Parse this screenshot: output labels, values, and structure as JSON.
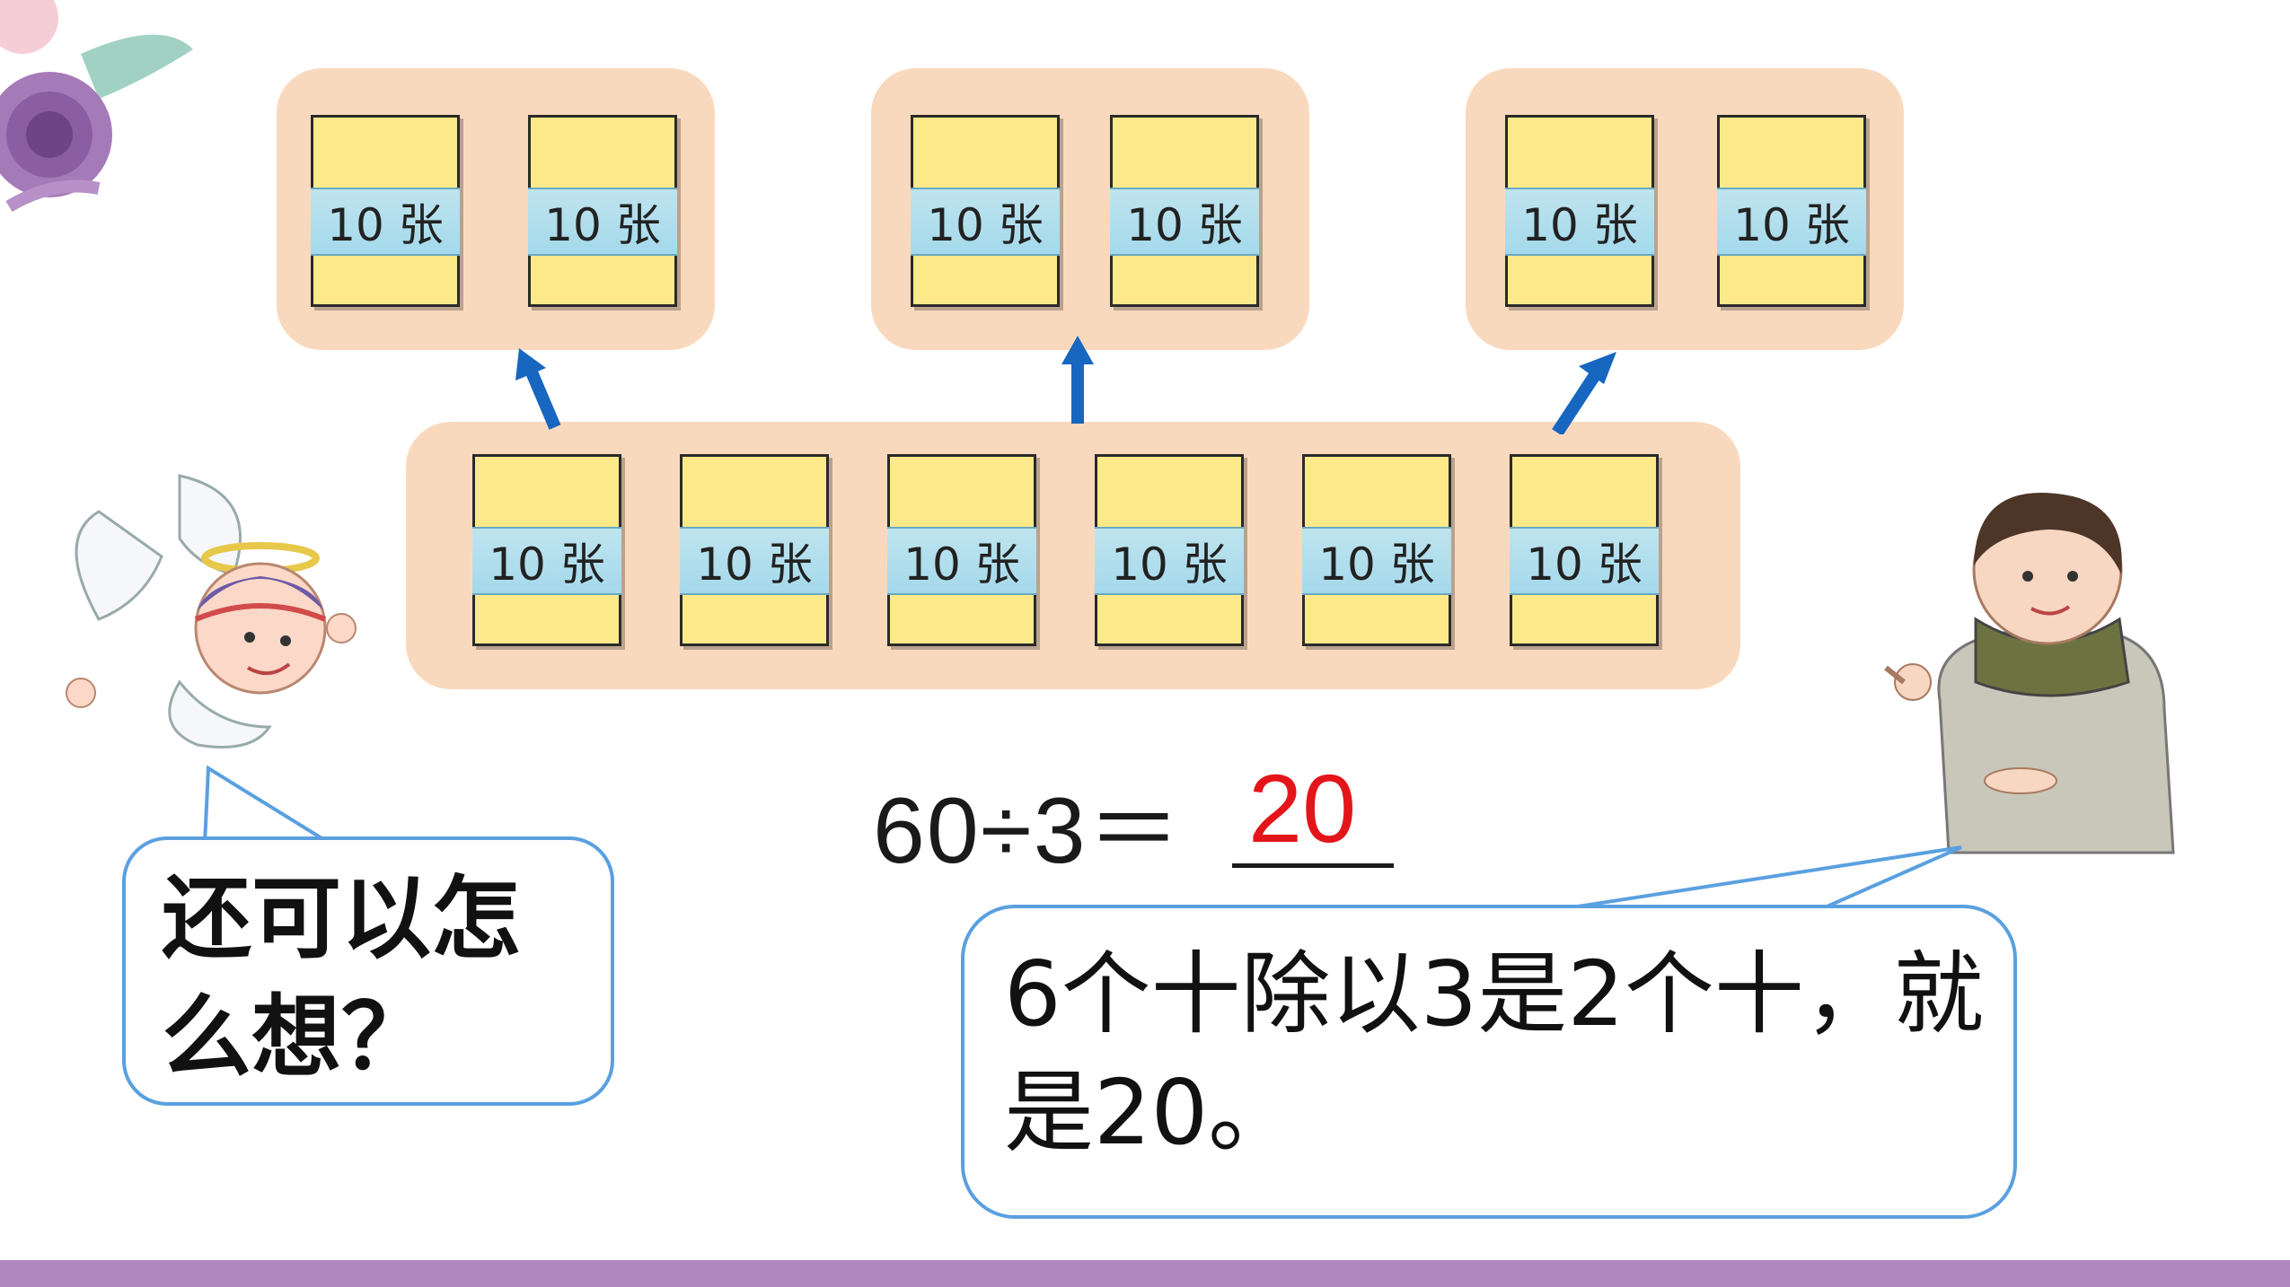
{
  "pack_label": "10 张",
  "equation": {
    "expression": "60÷3＝",
    "answer": "20"
  },
  "speech": {
    "angel": "还可以怎么想？",
    "boy": "6个十除以3是2个十，就是20。"
  },
  "colors": {
    "group_bg": "#f9d9bd",
    "pack_yellow": "#fbe98a",
    "band_blue": "#a4d9ec",
    "arrow_blue": "#1766c0",
    "answer_red": "#e3151a",
    "bubble_border": "#5aa0e0",
    "footer": "#b088bf"
  }
}
